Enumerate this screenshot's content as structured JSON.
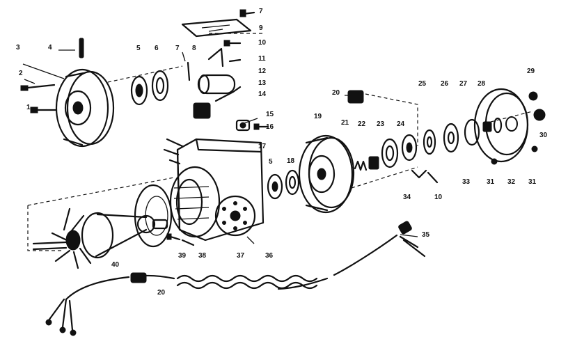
{
  "diagram": {
    "callouts": [
      "1",
      "2",
      "3",
      "4",
      "5",
      "6",
      "7",
      "8",
      "7",
      "9",
      "10",
      "11",
      "12",
      "13",
      "14",
      "15",
      "16",
      "17",
      "18",
      "5",
      "19",
      "20",
      "21",
      "22",
      "23",
      "24",
      "25",
      "26",
      "27",
      "28",
      "29",
      "30",
      "31",
      "32",
      "31",
      "33",
      "34",
      "10",
      "35",
      "36",
      "37",
      "38",
      "39",
      "40",
      "20"
    ]
  }
}
